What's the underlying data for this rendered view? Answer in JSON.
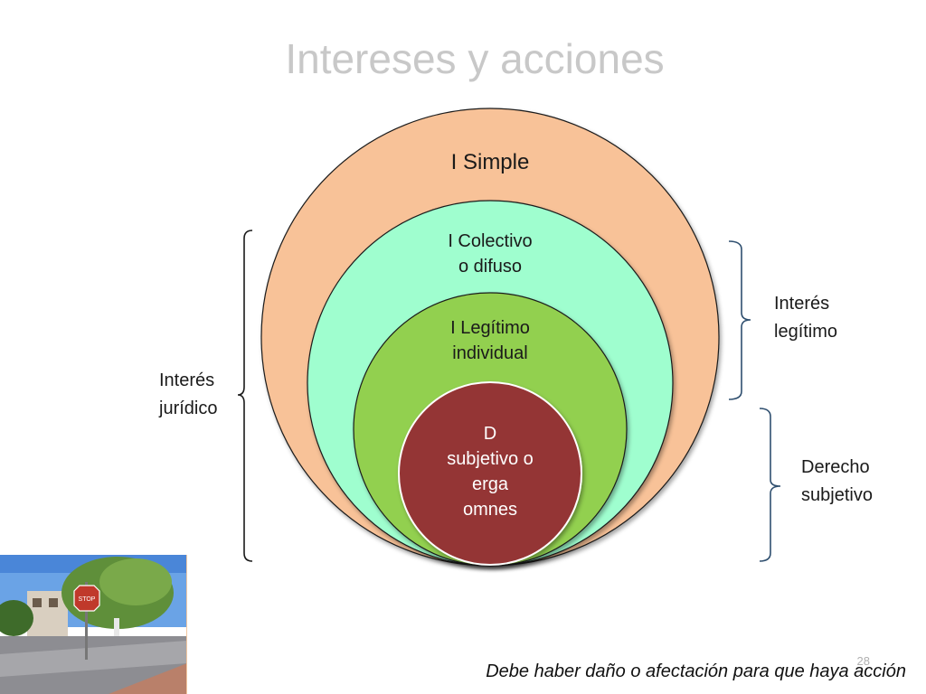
{
  "slide": {
    "title": "Intereses y acciones",
    "slide_number": "28",
    "footer_note": "Debe haber daño o afectación para que haya acción"
  },
  "diagram": {
    "circles": [
      {
        "lines": [
          "I Simple"
        ],
        "color": "#f8c298"
      },
      {
        "lines": [
          "I Colectivo",
          "o difuso"
        ],
        "color": "#9ffecf"
      },
      {
        "lines": [
          "I Legítimo",
          "individual"
        ],
        "color": "#92d050"
      },
      {
        "lines": [
          "D",
          "subjetivo o",
          "erga",
          "omnes"
        ],
        "color": "#943634"
      }
    ],
    "brackets": {
      "left": {
        "lines": [
          "Interés",
          "jurídico"
        ]
      },
      "right_top": {
        "lines": [
          "Interés",
          "legítimo"
        ]
      },
      "right_bottom": {
        "lines": [
          "Derecho",
          "subjetivo"
        ]
      }
    }
  },
  "photo": {
    "subject": "street-corner-with-stop-sign"
  }
}
